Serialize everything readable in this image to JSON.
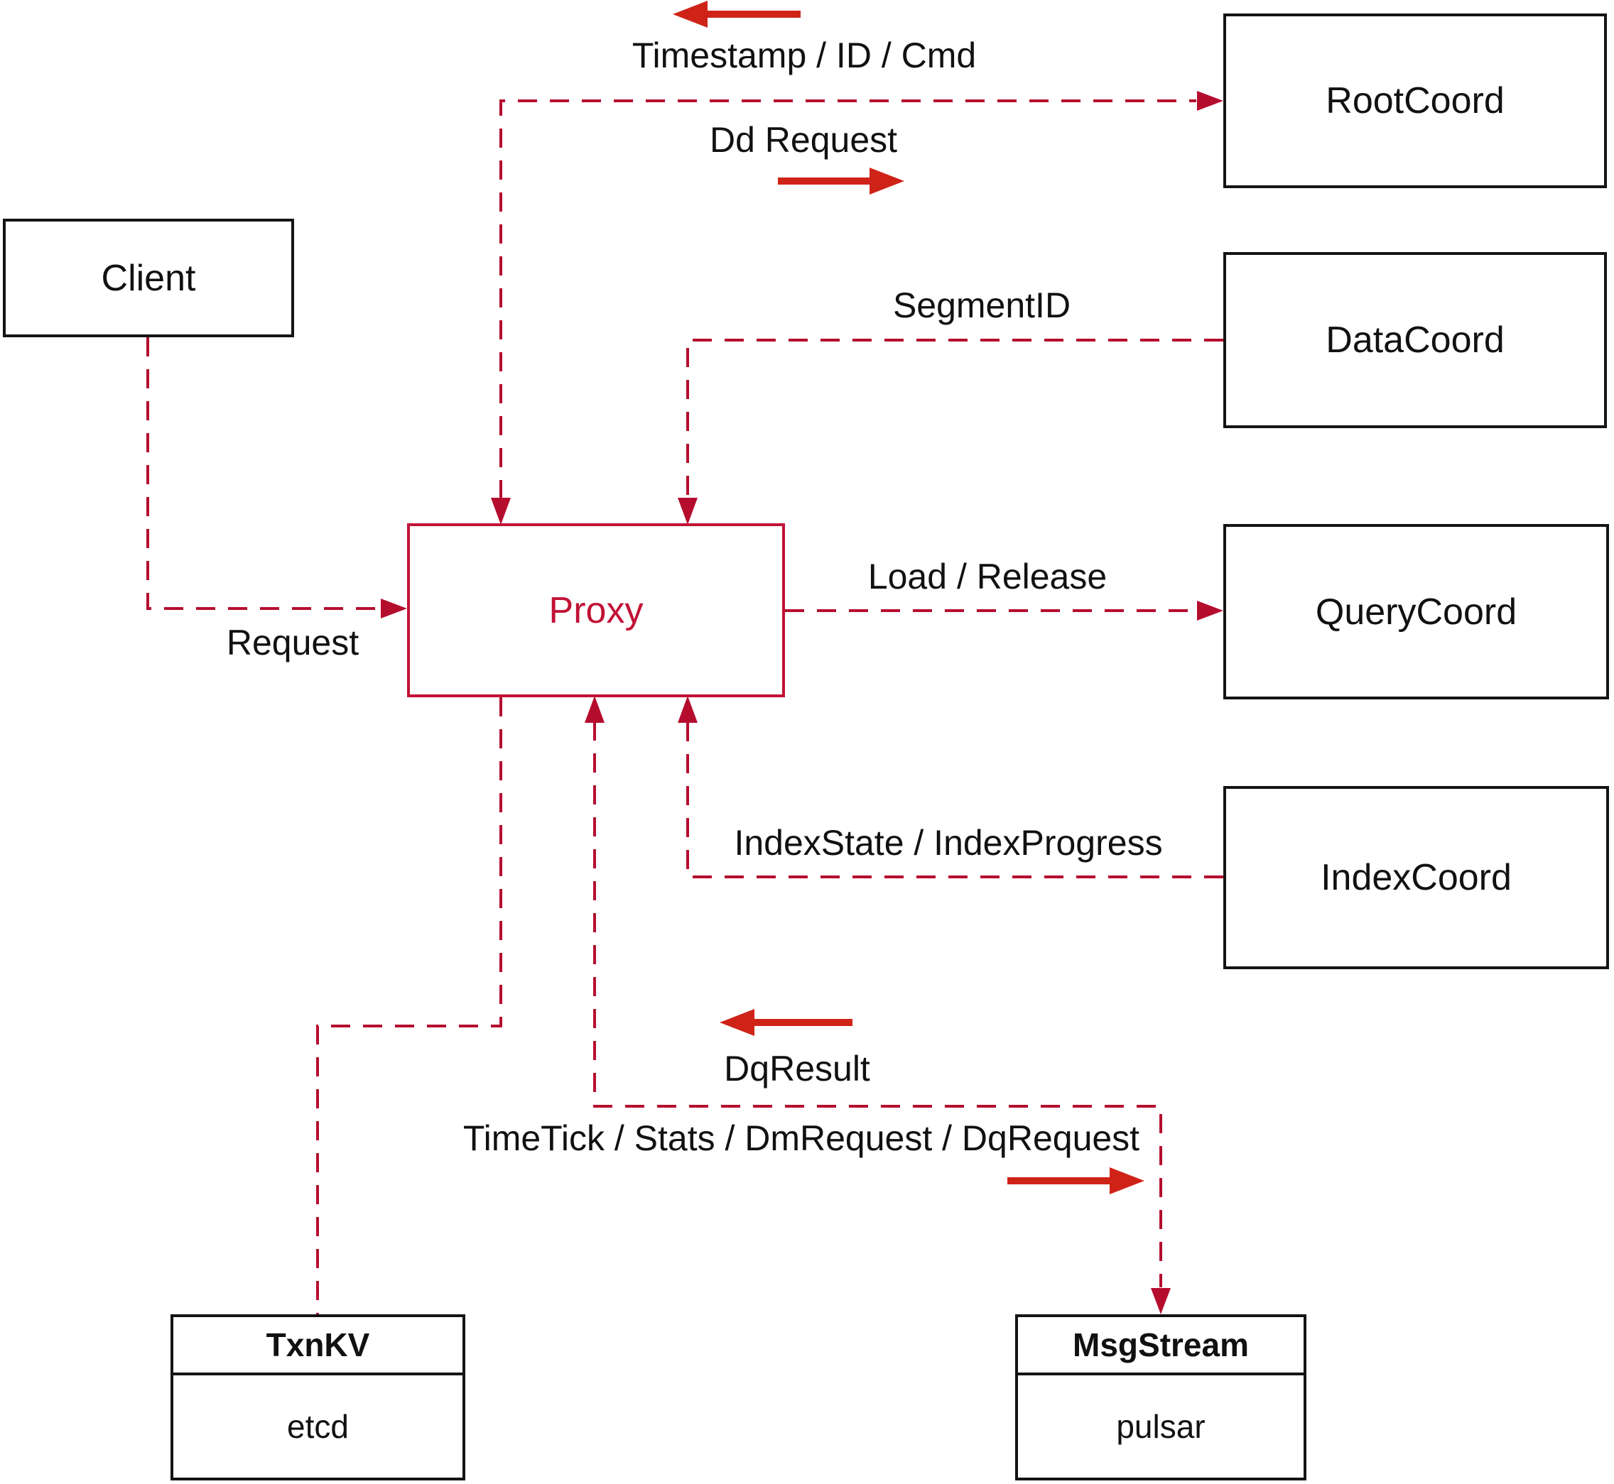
{
  "diagram": {
    "nodes": {
      "client": {
        "label": "Client"
      },
      "root_coord": {
        "label": "RootCoord"
      },
      "data_coord": {
        "label": "DataCoord"
      },
      "query_coord": {
        "label": "QueryCoord"
      },
      "index_coord": {
        "label": "IndexCoord"
      },
      "proxy": {
        "label": "Proxy"
      },
      "txnkv": {
        "title": "TxnKV",
        "body": "etcd"
      },
      "msg_stream": {
        "title": "MsgStream",
        "body": "pulsar"
      }
    },
    "edge_labels": {
      "timestamp_id_cmd": "Timestamp / ID / Cmd",
      "dd_request": "Dd Request",
      "segment_id": "SegmentID",
      "load_release": "Load / Release",
      "request": "Request",
      "index_state_progress": "IndexState / IndexProgress",
      "dq_result": "DqResult",
      "time_tick_stats": "TimeTick / Stats / DmRequest / DqRequest"
    },
    "colors": {
      "dashed_line": "#b50d2e",
      "solid_arrow": "#cf2318",
      "proxy_accent": "#c11236",
      "box_border": "#141414",
      "text": "#111111",
      "background": "#ffffff"
    }
  }
}
